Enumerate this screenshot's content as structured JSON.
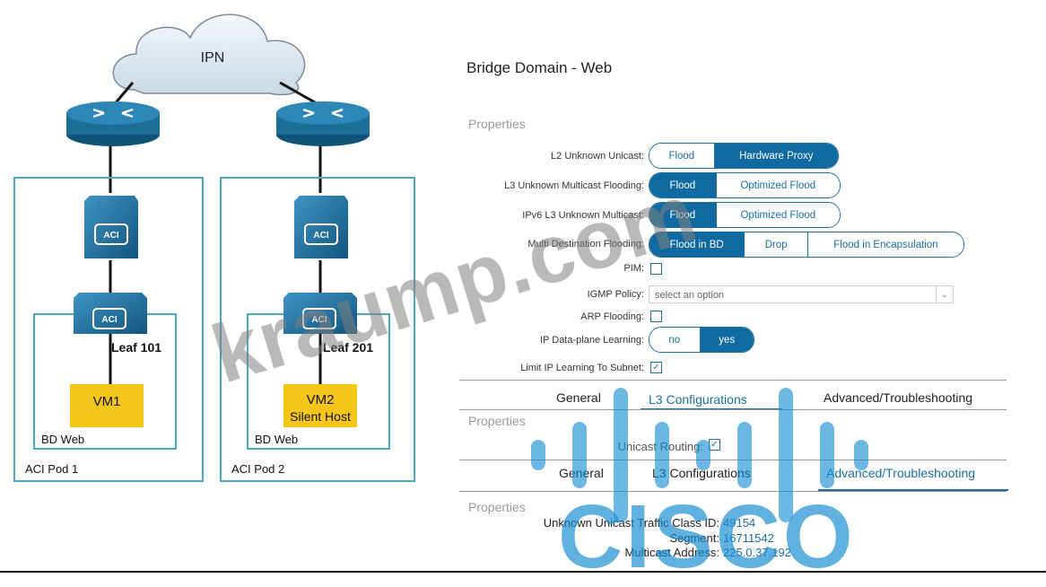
{
  "topology": {
    "cloud_label": "IPN",
    "pods": [
      {
        "pod_label": "ACI Pod 1",
        "bd_label": "BD Web",
        "leaf_label": "Leaf 101",
        "vm_label": "VM1",
        "vm_sublabel": ""
      },
      {
        "pod_label": "ACI Pod 2",
        "bd_label": "BD Web",
        "leaf_label": "Leaf 201",
        "vm_label": "VM2",
        "vm_sublabel": "Silent Host"
      }
    ],
    "aci_icon_text": "ACI"
  },
  "panel": {
    "title": "Bridge Domain - Web",
    "properties_label": "Properties",
    "rows": {
      "l2_unknown_unicast": {
        "label": "L2 Unknown Unicast:",
        "options": [
          "Flood",
          "Hardware Proxy"
        ],
        "selected": "Hardware Proxy"
      },
      "l3_unknown_multicast": {
        "label": "L3 Unknown Multicast Flooding:",
        "options": [
          "Flood",
          "Optimized Flood"
        ],
        "selected": "Flood"
      },
      "ipv6_l3_unknown_multicast": {
        "label": "IPv6 L3 Unknown Multicast:",
        "options": [
          "Flood",
          "Optimized Flood"
        ],
        "selected": "Flood"
      },
      "multi_destination": {
        "label": "Multi Destination Flooding:",
        "options": [
          "Flood in BD",
          "Drop",
          "Flood in Encapsulation"
        ],
        "selected": "Flood in BD"
      },
      "pim": {
        "label": "PIM:",
        "checked": false
      },
      "igmp_policy": {
        "label": "IGMP Policy:",
        "placeholder": "select an option"
      },
      "arp_flooding": {
        "label": "ARP Flooding:",
        "checked": false
      },
      "ip_dataplane_learning": {
        "label": "IP Data-plane Learning:",
        "options": [
          "no",
          "yes"
        ],
        "selected": "yes"
      },
      "limit_ip_learning": {
        "label": "Limit IP Learning To Subnet:",
        "checked": true
      }
    },
    "tabs1": [
      "General",
      "L3 Configurations",
      "Advanced/Troubleshooting"
    ],
    "tabs1_active": "L3 Configurations",
    "section2_properties": "Properties",
    "unicast_routing": {
      "label": "Unicast Routing:",
      "checked": true
    },
    "tabs2": [
      "General",
      "L3 Configurations",
      "Advanced/Troubleshooting"
    ],
    "tabs2_active": "Advanced/Troubleshooting",
    "section3_properties": "Properties",
    "advanced": [
      {
        "label": "Unknown Unicast Traffic Class ID:",
        "value": "49154"
      },
      {
        "label": "Segment:",
        "value": "16711542"
      },
      {
        "label": "Multicast Address:",
        "value": "225.0.37.192"
      }
    ]
  },
  "watermarks": {
    "site": "kraump.com",
    "brand": "CISCO"
  },
  "colors": {
    "accent": "#0f6aa1",
    "pod_border": "#4aa9c0",
    "vm_fill": "#f5c518",
    "router": "#1b6e96"
  }
}
